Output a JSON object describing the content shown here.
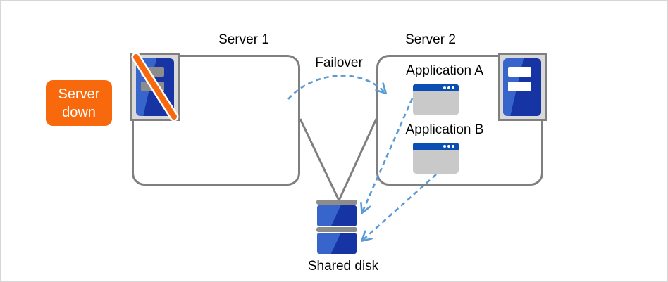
{
  "diagram": {
    "badge": {
      "line1": "Server",
      "line2": "down"
    },
    "server1": {
      "title": "Server 1",
      "status_icon": "server-down-icon"
    },
    "server2": {
      "title": "Server 2",
      "status_icon": "server-up-icon",
      "app_a": "Application A",
      "app_b": "Application B",
      "app_icon": "app-window-icon"
    },
    "failover_label": "Failover",
    "shared_disk": {
      "label": "Shared disk",
      "icon": "shared-disk-stack-icon"
    },
    "connectors": {
      "failover_arrow": "dashed-curved-arrow",
      "app_to_disk_arrows": "dashed-straight-arrows",
      "server_to_disk_lines": "solid-gray-lines"
    }
  },
  "colors": {
    "box_border_gray": "#7F7F7F",
    "connector_gray": "#7F7F7F",
    "dashed_arrow_blue": "#5B9BD5",
    "alert_orange": "#F8690D",
    "server_blue_light": "#3865CB",
    "server_blue_dark": "#1634A3",
    "titlebar_blue": "#0A50B4",
    "window_body_gray": "#C9C9C9",
    "icon_frame_gray": "#D9D9D9",
    "disk_bar_gray": "#8C8C8C",
    "canvas_border": "#D6D6D6"
  }
}
